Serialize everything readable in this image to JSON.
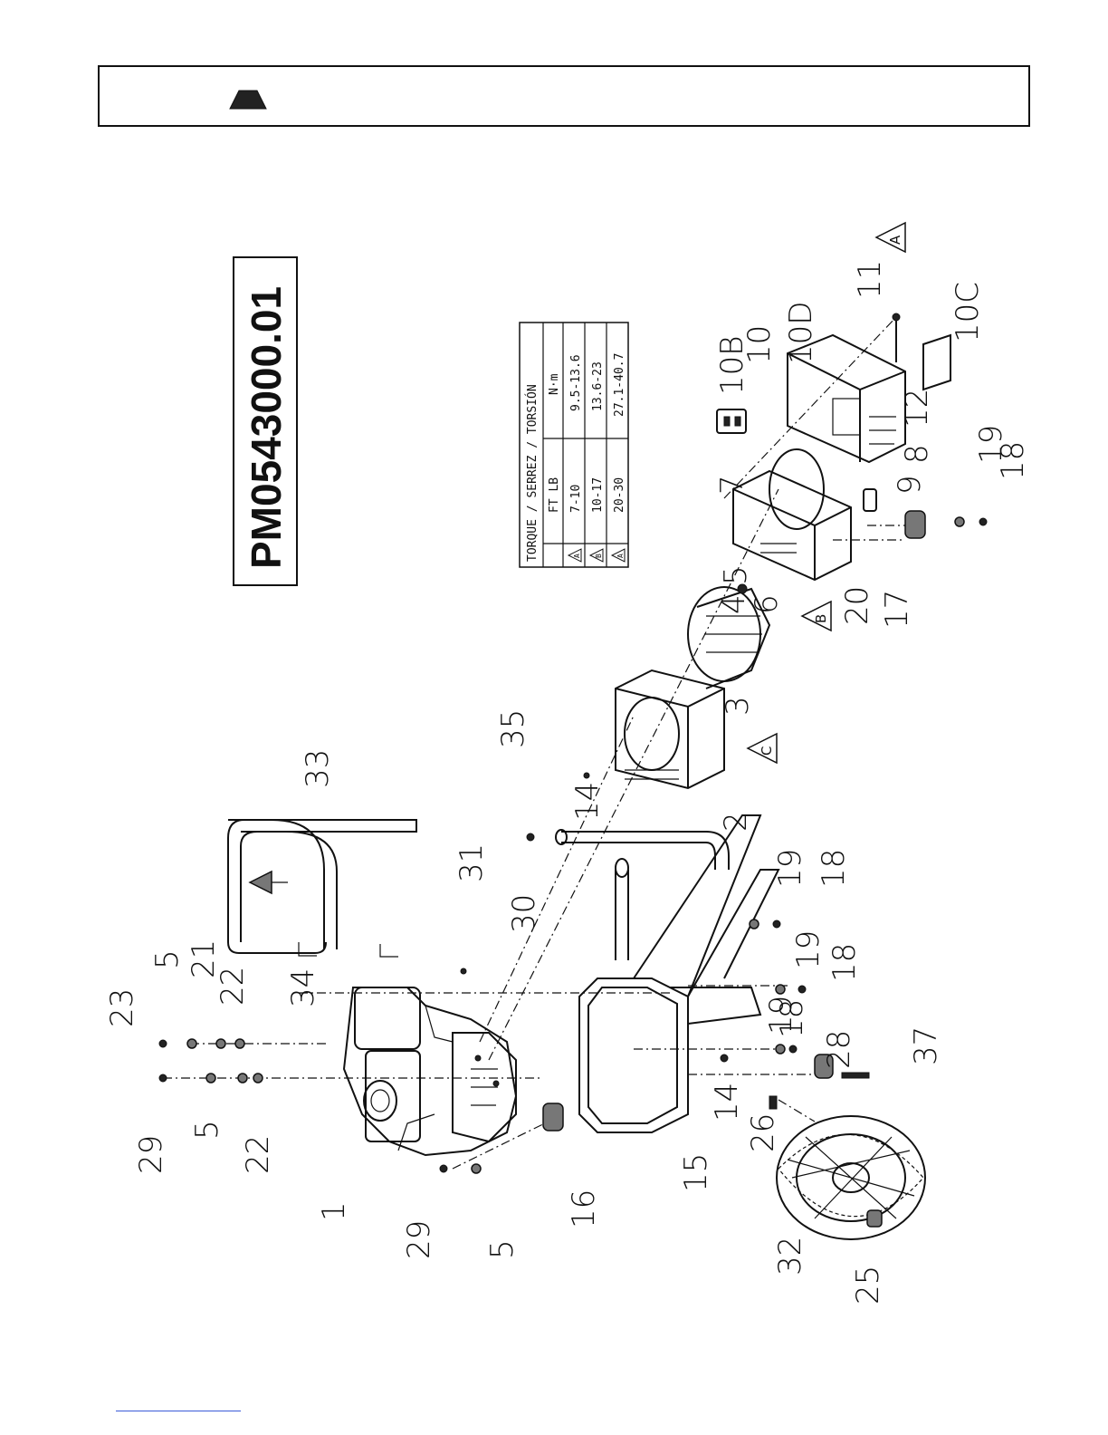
{
  "model_number": "PM0543000.01",
  "torque_table": {
    "title": "TORQUE / SERREZ / TORSIÓN",
    "columns": [
      "FT LB",
      "N·m"
    ],
    "rows": [
      {
        "marker": "A",
        "ft_lb": "7-10",
        "nm": "9.5-13.6"
      },
      {
        "marker": "B",
        "ft_lb": "10-17",
        "nm": "13.6-23"
      },
      {
        "marker": "A",
        "ft_lb": "20-30",
        "nm": "27.1-40.7"
      }
    ]
  },
  "torque_markers": [
    "A",
    "B",
    "C"
  ],
  "part_labels": [
    "1",
    "2",
    "3",
    "4",
    "5",
    "5",
    "5",
    "5",
    "6",
    "7",
    "8",
    "9",
    "10",
    "10B",
    "10C",
    "10D",
    "11",
    "12",
    "14",
    "14",
    "15",
    "16",
    "17",
    "18",
    "18",
    "18",
    "18",
    "18",
    "19",
    "19",
    "19",
    "19",
    "19",
    "20",
    "21",
    "22",
    "22",
    "23",
    "25",
    "26",
    "28",
    "29",
    "29",
    "30",
    "31",
    "32",
    "33",
    "34",
    "35",
    "37"
  ]
}
